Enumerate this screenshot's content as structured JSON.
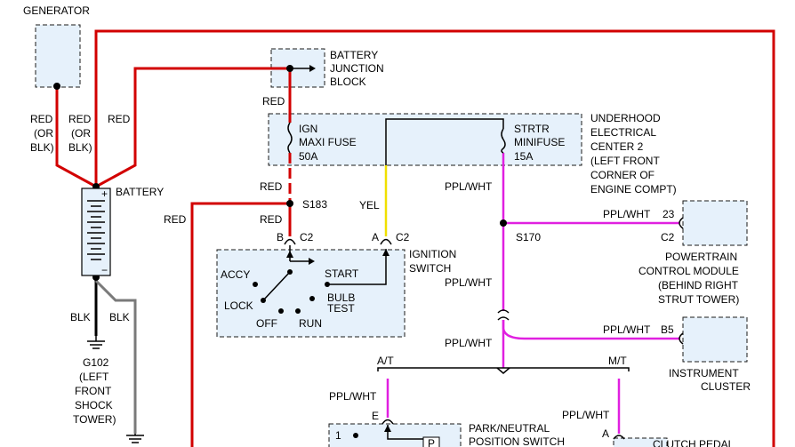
{
  "labels": {
    "generator": "GENERATOR",
    "battery_junction_block": [
      "BATTERY",
      "JUNCTION",
      "BLOCK"
    ],
    "red_or_blk": [
      "RED",
      "(OR",
      "BLK)"
    ],
    "red": "RED",
    "battery": "BATTERY",
    "ign_maxi_fuse": [
      "IGN",
      "MAXI FUSE",
      "50A"
    ],
    "strtr_minifuse": [
      "STRTR",
      "MINIFUSE",
      "15A"
    ],
    "underhood": [
      "UNDERHOOD",
      "ELECTRICAL",
      "CENTER 2",
      "(LEFT FRONT",
      "CORNER OF",
      "ENGINE COMPT)"
    ],
    "s183": "S183",
    "s170": "S170",
    "yel": "YEL",
    "ppl_wht": "PPL/WHT",
    "b": "B",
    "a": "A",
    "c2": "C2",
    "ignition_switch": [
      "IGNITION",
      "SWITCH"
    ],
    "accy": "ACCY",
    "start": "START",
    "bulb_test": [
      "BULB",
      "TEST"
    ],
    "lock": "LOCK",
    "off": "OFF",
    "run": "RUN",
    "pin_23": "23",
    "pcm": [
      "POWERTRAIN",
      "CONTROL MODULE",
      "(BEHIND RIGHT",
      "STRUT TOWER)"
    ],
    "pin_b5": "B5",
    "instrument_cluster": [
      "INSTRUMENT",
      "CLUSTER"
    ],
    "blk": "BLK",
    "g102": [
      "G102",
      "(LEFT",
      "FRONT",
      "SHOCK",
      "TOWER)"
    ],
    "at": "A/T",
    "mt": "M/T",
    "e": "E",
    "one": "1",
    "p": "P",
    "park_neutral": [
      "PARK/NEUTRAL",
      "POSITION SWITCH"
    ],
    "clutch_pedal": "CLUTCH PEDAL"
  },
  "colors": {
    "red_wire": "#d20000",
    "ppl_wht_wire": "#e020e0",
    "yel_wire": "#f0e000",
    "blk_wire": "#000000",
    "gray_wire": "#7a7a7a",
    "component_fill": "#e6f1fb"
  }
}
